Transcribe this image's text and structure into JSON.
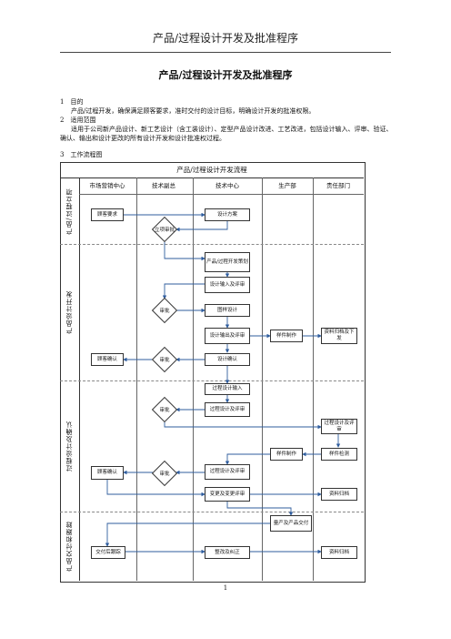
{
  "header": {
    "title": "产品/过程设计开发及批准程序"
  },
  "doc": {
    "title": "产品/过程设计开发及批准程序",
    "s1_heading": "1　目的",
    "s1_body": "产品/过程开发，确保满足顾客要求，准时交付的设计目标，明确设计开发的批准权限。",
    "s2_heading": "2　适用范围",
    "s2_body": "适用于公司新产品设计、新工艺设计（含工装设计）、定型产品设计改进、工艺改进，包括设计输入、评审、验证、确认、输出和设计更改的所有设计开发和设计批准权过程。",
    "s3_heading": "3　工作流程图"
  },
  "flow": {
    "title": "产品/过程设计开发流程",
    "columns": [
      "市场营销中心",
      "技术副总",
      "技术中心",
      "生产部",
      "责任部门"
    ],
    "phases": [
      "产品/过程立项",
      "产品设计开发",
      "过程设计及确认",
      "产品交付和跟踪"
    ],
    "nodes": {
      "customer_req": "顾客要求",
      "design_plan": "设计方案",
      "approval_1": "立项审批",
      "dev_plan": "产品/过程开发策划",
      "input_review": "设计输入及评审",
      "approval_2": "审批",
      "drawing_design": "图样设计",
      "output_review": "设计输出及评审",
      "sample_make_1": "样件制作",
      "doc_archive_1": "资料归档及下发",
      "cust_confirm_1": "顾客确认",
      "approval_3": "审批",
      "design_confirm": "设计确认",
      "process_input": "过程设计输入",
      "approval_4": "审批",
      "process_design_review": "过程设计及评审",
      "process_review_resp": "过程设计及评审",
      "sample_make_2": "样件制作",
      "sample_test": "样件检测",
      "cust_confirm_2": "顾客确认",
      "approval_5": "审批",
      "process_review_2": "过程设计及评审",
      "change_review": "变更及变更评审",
      "doc_archive_2": "资料归档",
      "mass_delivery": "量产及产品交付",
      "after_delivery": "交付后跟踪",
      "rectify": "整改及纠正",
      "doc_archive_3": "资料归档"
    }
  },
  "page_number": "1"
}
